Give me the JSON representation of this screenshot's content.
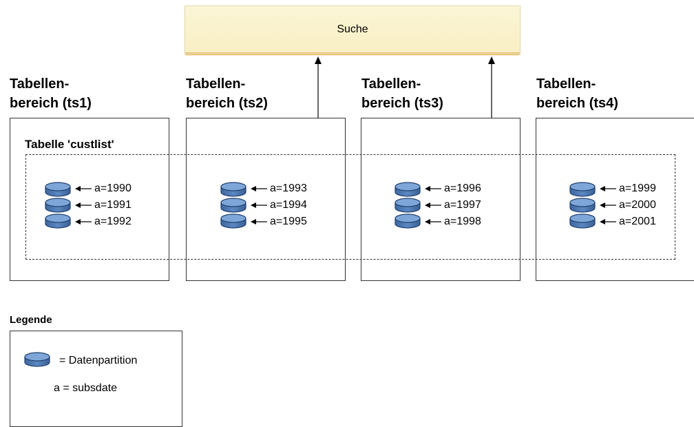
{
  "search": {
    "label": "Suche"
  },
  "tablespaces": [
    {
      "line1": "Tabellen-",
      "line2": "bereich (ts1)",
      "partitions": [
        "a=1990",
        "a=1991",
        "a=1992"
      ]
    },
    {
      "line1": "Tabellen-",
      "line2": "bereich (ts2)",
      "partitions": [
        "a=1993",
        "a=1994",
        "a=1995"
      ]
    },
    {
      "line1": "Tabellen-",
      "line2": "bereich (ts3)",
      "partitions": [
        "a=1996",
        "a=1997",
        "a=1998"
      ]
    },
    {
      "line1": "Tabellen-",
      "line2": "bereich (ts4)",
      "partitions": [
        "a=1999",
        "a=2000",
        "a=2001"
      ]
    }
  ],
  "table": {
    "label": "Tabelle 'custlist'"
  },
  "legend": {
    "title": "Legende",
    "partition_text": "= Datenpartition",
    "key_text": "a = subsdate"
  },
  "colors": {
    "disk_fill": "#4a78b4",
    "disk_top": "#6f9ad0",
    "disk_stroke": "#1f3f6b",
    "search_fill": "#faf2cc"
  }
}
